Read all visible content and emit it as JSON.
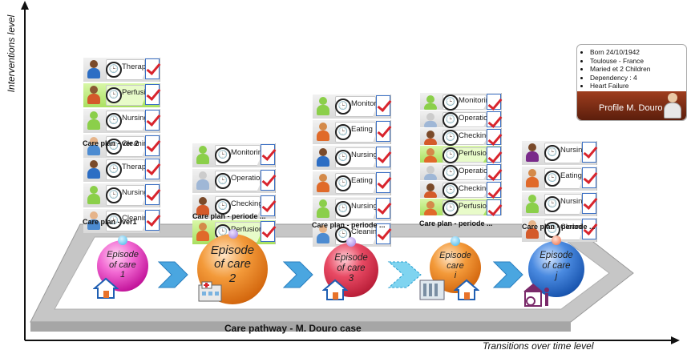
{
  "axes": {
    "y_label": "Interventions level",
    "x_label": "Transitions over time level"
  },
  "pathway_label": "Care pathway - M. Douro case",
  "profile": {
    "items": [
      "Born 24/10/1942",
      "Toulouse - France",
      "Maried et 2 Children",
      "Dependency :  4",
      "Heart Failure",
      "…"
    ],
    "name": "Profile M. Douro"
  },
  "episodes": [
    {
      "line1": "Episode",
      "line2": "of care",
      "line3": "1",
      "color": "#e11fb1"
    },
    {
      "line1": "Episode",
      "line2": "of care",
      "line3": "2",
      "color": "#e2701a"
    },
    {
      "line1": "Episode",
      "line2": "of care",
      "line3": "3",
      "color": "#c8223d"
    },
    {
      "line1": "Episode",
      "line2": "care",
      "line3": "i",
      "color": "#e2701a"
    },
    {
      "line1": "Episode",
      "line2": "of care",
      "line3": "j",
      "color": "#1b64c4"
    }
  ],
  "care_plans": [
    {
      "label": "Care plan - ver 2",
      "rows": [
        {
          "activity": "Therapy",
          "highlight": false
        },
        {
          "activity": "Perfusion",
          "highlight": true
        },
        {
          "activity": "Nursing",
          "highlight": false
        },
        {
          "activity": "Cleaning",
          "highlight": false
        }
      ]
    },
    {
      "label": "Care plan - ver1",
      "rows": [
        {
          "activity": "Therapy",
          "highlight": false
        },
        {
          "activity": "Nursing",
          "highlight": false
        },
        {
          "activity": "Cleaning",
          "highlight": false
        }
      ]
    },
    {
      "label": "Care plan - periode ...",
      "rows": [
        {
          "activity": "Monitoring",
          "highlight": false
        },
        {
          "activity": "Operation",
          "highlight": false
        },
        {
          "activity": "Checking",
          "highlight": false
        },
        {
          "activity": "Perfusion",
          "highlight": true
        }
      ]
    },
    {
      "label": "Care plan - periode ...",
      "rows": [
        {
          "activity": "Monitoring",
          "highlight": false
        },
        {
          "activity": "Eating",
          "highlight": false
        },
        {
          "activity": "Nursing",
          "highlight": false
        },
        {
          "activity": "Eating",
          "highlight": false
        },
        {
          "activity": "Nursing",
          "highlight": false
        },
        {
          "activity": "Cleaning",
          "highlight": false
        }
      ]
    },
    {
      "label": "Care plan - periode ...",
      "rows": [
        {
          "activity": "Monitoring",
          "highlight": false
        },
        {
          "activity": "Operation",
          "highlight": false
        },
        {
          "activity": "Checking",
          "highlight": false
        },
        {
          "activity": "Perfusion",
          "highlight": true
        },
        {
          "activity": "Operation",
          "highlight": false
        },
        {
          "activity": "Checking",
          "highlight": false
        },
        {
          "activity": "Perfusion",
          "highlight": true
        }
      ]
    },
    {
      "label": "Care plan - periode ...",
      "rows": [
        {
          "activity": "Nursing",
          "highlight": false
        },
        {
          "activity": "Eating",
          "highlight": false
        },
        {
          "activity": "Nursing",
          "highlight": false
        },
        {
          "activity": "Cleaning",
          "highlight": false
        }
      ]
    }
  ],
  "colors": {
    "highlight_row": "#a9e060",
    "chevron": "#4aa6e0",
    "check": "#d8242d",
    "profile_band": "#7b2a12"
  }
}
